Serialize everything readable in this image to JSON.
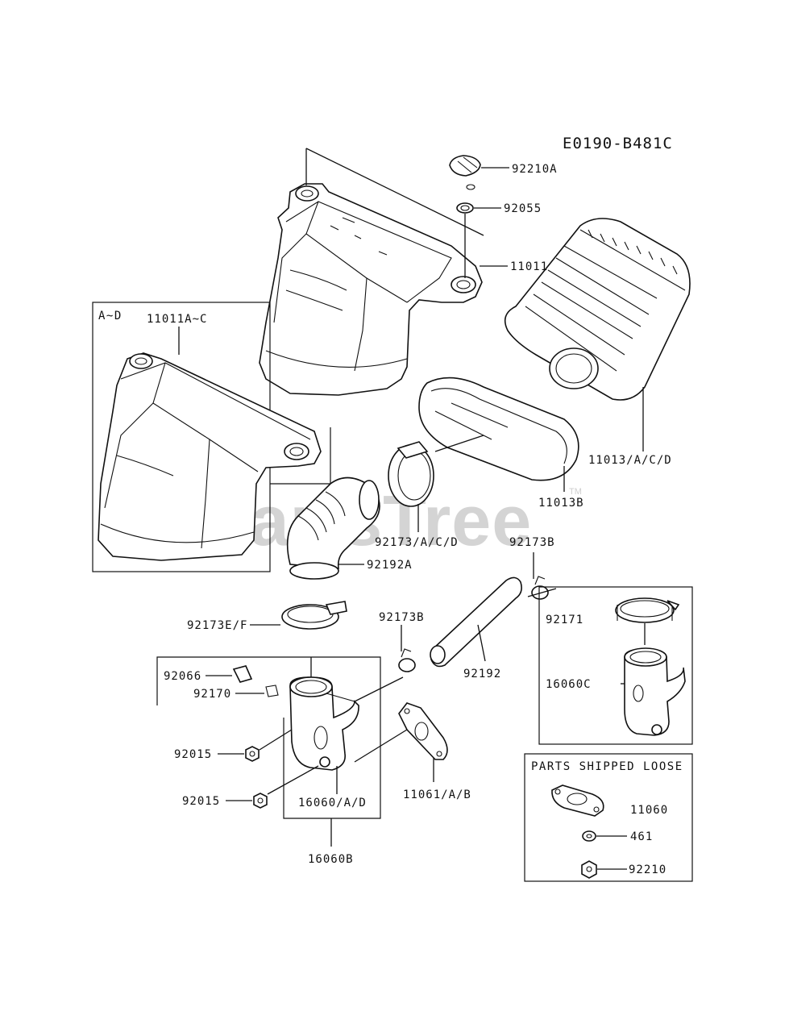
{
  "diagram_code": "E0190-B481C",
  "watermark": "PartsTree",
  "watermark_tm": "TM",
  "variant_box": {
    "title": "A~D",
    "part": "11011A~C"
  },
  "loose_box": {
    "title": "PARTS SHIPPED LOOSE",
    "parts": [
      "11060",
      "461",
      "92210"
    ]
  },
  "alt_box": {
    "parts": [
      "92171",
      "16060C"
    ]
  },
  "labels": {
    "p92210A": "92210A",
    "p92055": "92055",
    "p11011": "11011",
    "p11013": "11013/A/C/D",
    "p11013B": "11013B",
    "p92173ACD": "92173/A/C/D",
    "p92173B_top": "92173B",
    "p92192A": "92192A",
    "p92173EF": "92173E/F",
    "p92173B_mid": "92173B",
    "p92192": "92192",
    "p92066": "92066",
    "p92170": "92170",
    "p92015_a": "92015",
    "p92015_b": "92015",
    "p16060AD": "16060/A/D",
    "p16060B": "16060B",
    "p11061": "11061/A/B"
  }
}
